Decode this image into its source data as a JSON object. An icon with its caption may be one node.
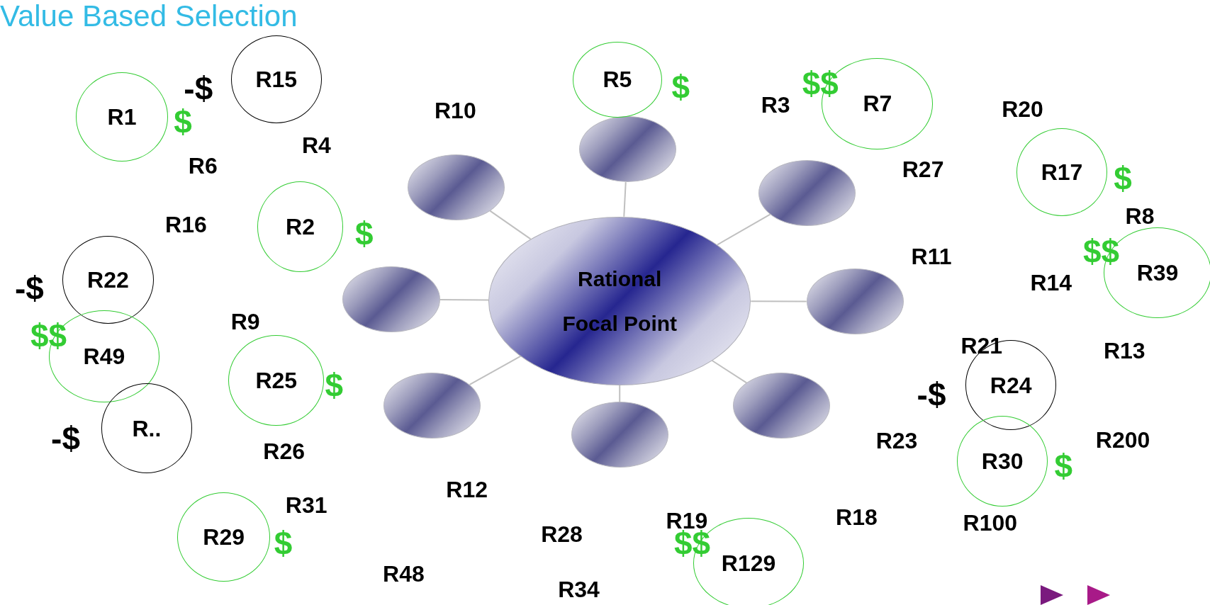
{
  "diagram": {
    "title": "Value Based Selection",
    "nodes": [
      {
        "text": [
          "Rational Focal Point"
        ]
      },
      {
        "text": [],
        "shape": "ellipse"
      },
      {
        "text": [],
        "shape": "ellipse"
      },
      {
        "text": [],
        "shape": "ellipse"
      },
      {
        "text": [],
        "shape": "ellipse"
      },
      {
        "text": [],
        "shape": "ellipse"
      },
      {
        "text": [],
        "shape": "ellipse"
      },
      {
        "text": [],
        "shape": "ellipse"
      },
      {
        "text": [],
        "shape": "ellipse"
      },
      {
        "text": [
          "R15"
        ],
        "beside": [
          "-$"
        ]
      },
      {
        "text": [
          "R5"
        ],
        "beside": [
          "$"
        ]
      },
      {
        "text": [
          "R7"
        ],
        "beside": [
          "$$"
        ]
      },
      {
        "text": [
          "R1"
        ],
        "beside": [
          "$"
        ]
      },
      {
        "text": [
          "R17"
        ],
        "beside": [
          "$"
        ]
      },
      {
        "text": [
          "R2"
        ],
        "beside": [
          "$"
        ]
      },
      {
        "text": [
          "R39"
        ],
        "beside": [
          "$$"
        ]
      },
      {
        "text": [
          "R22"
        ],
        "beside": [
          "-$"
        ]
      },
      {
        "text": [
          "R49"
        ],
        "beside": [
          "$$"
        ]
      },
      {
        "text": [
          "R25"
        ],
        "beside": [
          "$"
        ]
      },
      {
        "text": [
          "R24"
        ],
        "beside": [
          "-$"
        ]
      },
      {
        "text": [
          "R.."
        ],
        "beside": [
          "-$"
        ]
      },
      {
        "text": [
          "R30"
        ],
        "beside": [
          "$"
        ]
      },
      {
        "text": [
          "R29"
        ],
        "beside": [
          "$"
        ]
      },
      {
        "text": [
          "R129"
        ],
        "beside": [
          "$$"
        ]
      }
    ],
    "edges": [
      {
        "from": 0,
        "to": 1,
        "arrow": "none"
      },
      {
        "from": 0,
        "to": 2,
        "arrow": "none"
      },
      {
        "from": 0,
        "to": 3,
        "arrow": "none"
      },
      {
        "from": 0,
        "to": 4,
        "arrow": "none"
      },
      {
        "from": 0,
        "to": 5,
        "arrow": "none"
      },
      {
        "from": 0,
        "to": 6,
        "arrow": "none"
      },
      {
        "from": 0,
        "to": 7,
        "arrow": "none"
      },
      {
        "from": 0,
        "to": 8,
        "arrow": "none"
      }
    ],
    "labels": [
      "R10",
      "R3",
      "R20",
      "R6",
      "R4",
      "R27",
      "R16",
      "R8",
      "R11",
      "R14",
      "R9",
      "R21",
      "R13",
      "R26",
      "R23",
      "R200",
      "R31",
      "R12",
      "R28",
      "R19",
      "R18",
      "R100",
      "R48",
      "R34"
    ]
  }
}
